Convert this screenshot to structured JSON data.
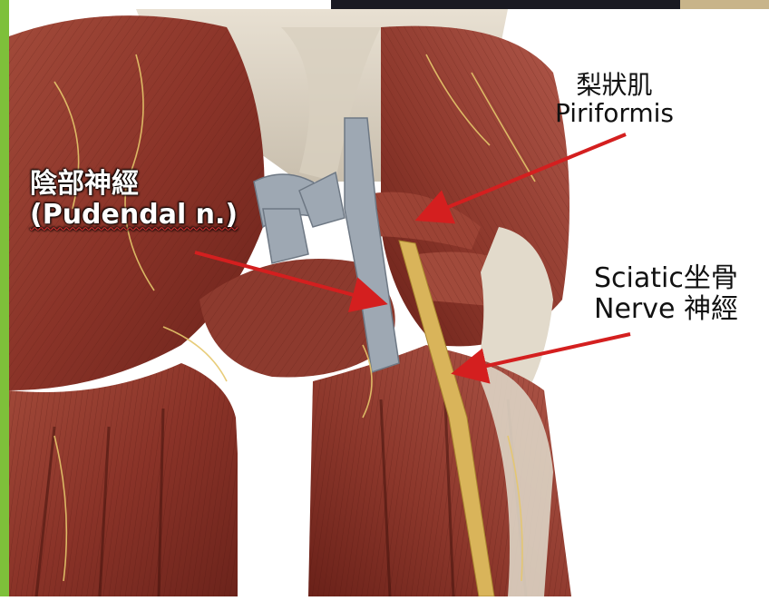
{
  "labels": {
    "pudendal": {
      "zh": "陰部神經",
      "en": "(Pudendal n.)"
    },
    "piriformis": {
      "zh": "梨狀肌",
      "en": "Piriformis"
    },
    "sciatic": {
      "en1": "Sciatic",
      "zh1": "坐骨",
      "en2": "Nerve",
      "zh2": "神經"
    }
  },
  "colors": {
    "muscle": "#8e3a2f",
    "muscle_dark": "#5e1f18",
    "nerve_pudendal": "#9aa3ad",
    "nerve_sciatic": "#d9b45a",
    "arrow": "#d41f1f",
    "accent_green": "#7ec03a"
  }
}
